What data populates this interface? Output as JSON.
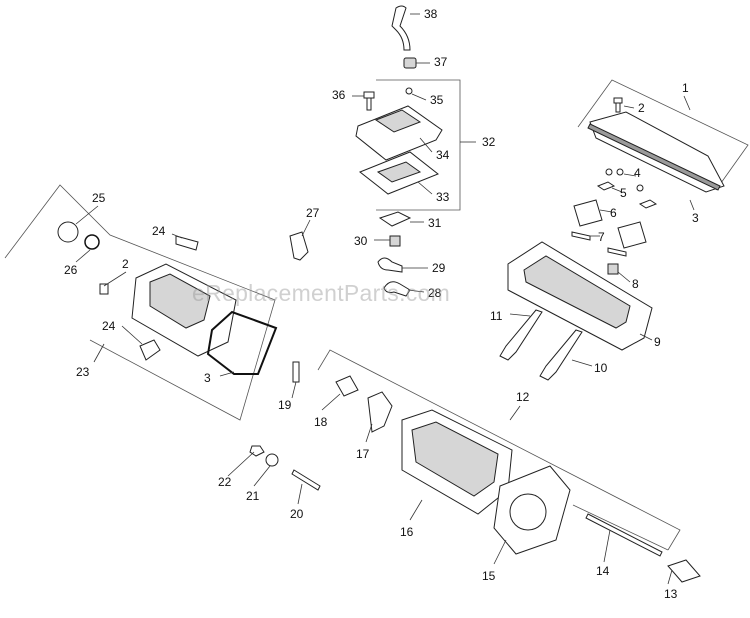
{
  "watermark": "eReplacementParts.com",
  "callouts": {
    "c1": "1",
    "c2a": "2",
    "c2b": "2",
    "c3a": "3",
    "c3b": "3",
    "c4": "4",
    "c5": "5",
    "c6": "6",
    "c7": "7",
    "c8": "8",
    "c9": "9",
    "c10": "10",
    "c11": "11",
    "c12": "12",
    "c13": "13",
    "c14": "14",
    "c15": "15",
    "c16": "16",
    "c17": "17",
    "c18": "18",
    "c19": "19",
    "c20": "20",
    "c21": "21",
    "c22": "22",
    "c23": "23",
    "c24a": "24",
    "c24b": "24",
    "c25": "25",
    "c26": "26",
    "c27": "27",
    "c28": "28",
    "c29": "29",
    "c30": "30",
    "c31": "31",
    "c32": "32",
    "c33": "33",
    "c34": "34",
    "c35": "35",
    "c36": "36",
    "c37": "37",
    "c38": "38"
  }
}
